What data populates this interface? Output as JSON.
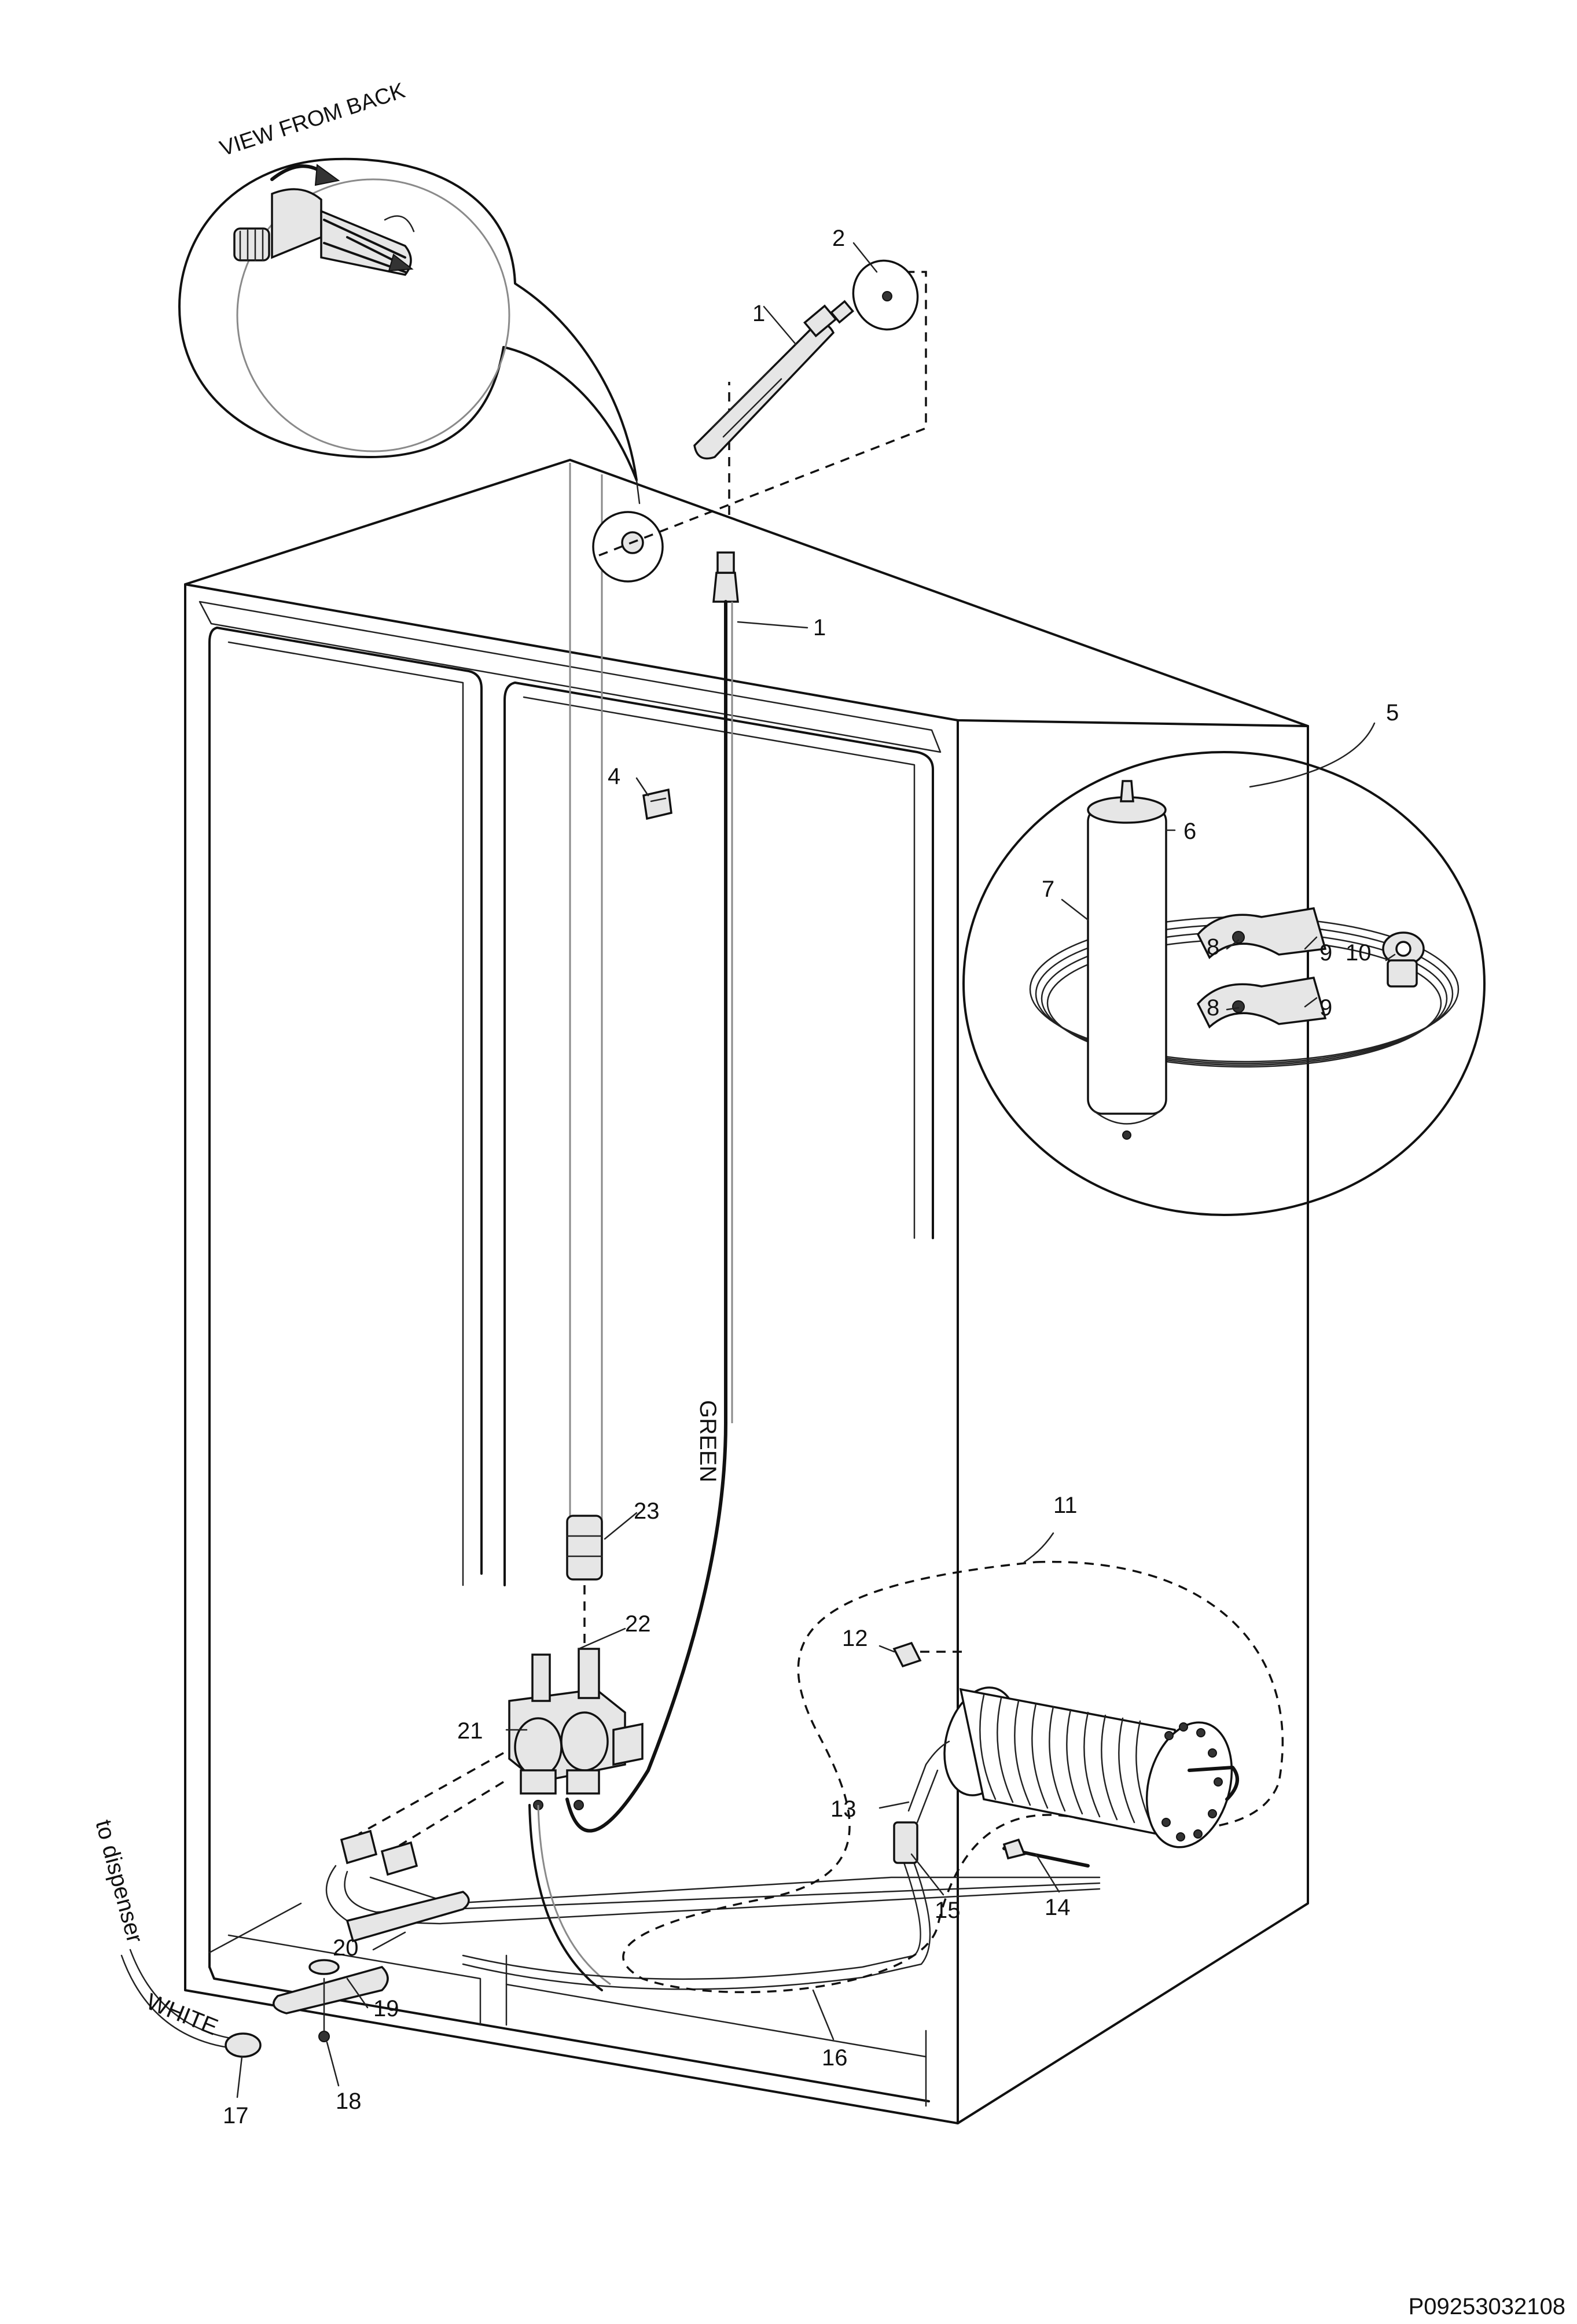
{
  "diagram": {
    "view_caption": "VIEW FROM BACK",
    "wire_labels": {
      "green": "GREEN",
      "white": "WHITE",
      "to_dispenser": "to dispenser"
    },
    "part_numbers": {
      "p1_top": "1",
      "p1_tube": "1",
      "p2": "2",
      "p4": "4",
      "p5": "5",
      "p6": "6",
      "p7": "7",
      "p8_upper": "8",
      "p8_lower": "8",
      "p9_upper": "9",
      "p9_lower": "9",
      "p10": "10",
      "p11": "11",
      "p12": "12",
      "p13": "13",
      "p14": "14",
      "p15": "15",
      "p16": "16",
      "p17": "17",
      "p18": "18",
      "p19": "19",
      "p20": "20",
      "p21": "21",
      "p22": "22",
      "p23": "23"
    },
    "drawing_code": "P09253032108"
  }
}
